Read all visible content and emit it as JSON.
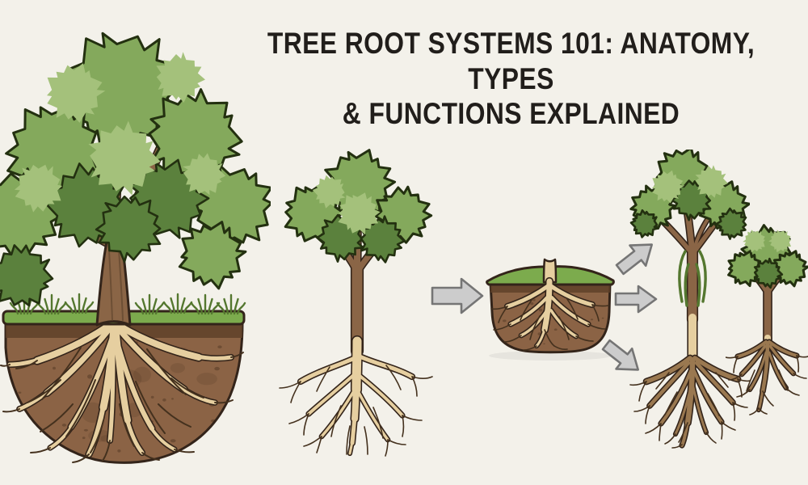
{
  "title": {
    "line1": "TREE ROOT SYSTEMS 101: ANATOMY, TYPES",
    "line2": "& FUNCTIONS EXPLAINED"
  },
  "illustrations": {
    "mature_tree": "Mature tree with underground root system in grassy soil cross-section",
    "taproot_tree": "Tree with exposed deep taproot system",
    "soil_block": "Soil cross-section block with branching root ball under grass",
    "fibrous_tree_large": "Tree with exposed fibrous root system and grass blades at base",
    "fibrous_tree_small": "Small tree with exposed fibrous root system"
  },
  "icons": {
    "arrow_main": "right-arrow",
    "arrow_up": "up-right-arrow",
    "arrow_mid": "right-arrow",
    "arrow_down": "down-right-arrow"
  },
  "colors": {
    "bg": "#f3f1ea",
    "title": "#211e1b",
    "line": "#33241a",
    "canopy_line": "#233010",
    "canopy_mid": "#84a95c",
    "canopy_dark": "#5b813d",
    "canopy_light": "#a4c17b",
    "trunk": "#8a6546",
    "root_tan": "#e6cfa0",
    "root_brown": "#9a7850",
    "root_line": "#44311e",
    "soil": "#8b6345",
    "soil_dark": "#5f4129",
    "grass": "#7cab4d",
    "blade": "#54772f",
    "arrow_fill": "#cccccc",
    "arrow_line": "#757575",
    "speckle": "rgba(56,36,20,0.35)"
  }
}
